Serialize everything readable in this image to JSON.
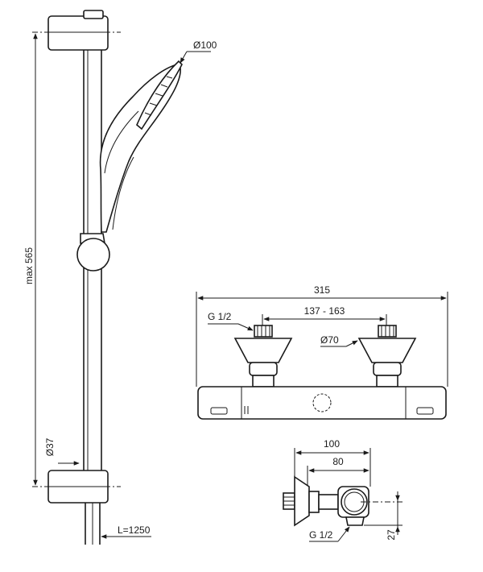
{
  "shower_rail": {
    "height_label": "max 565",
    "head_diameter_label": "Ø100",
    "rail_diameter_label": "Ø37",
    "hose_length_label": "L=1250"
  },
  "mixer_front": {
    "width_label": "315",
    "centers_label": "137 - 163",
    "thread_label": "G 1/2",
    "flange_label": "Ø70"
  },
  "mixer_side": {
    "depth_label": "100",
    "inner_depth_label": "80",
    "thread_label": "G 1/2",
    "offset_label": "27"
  }
}
